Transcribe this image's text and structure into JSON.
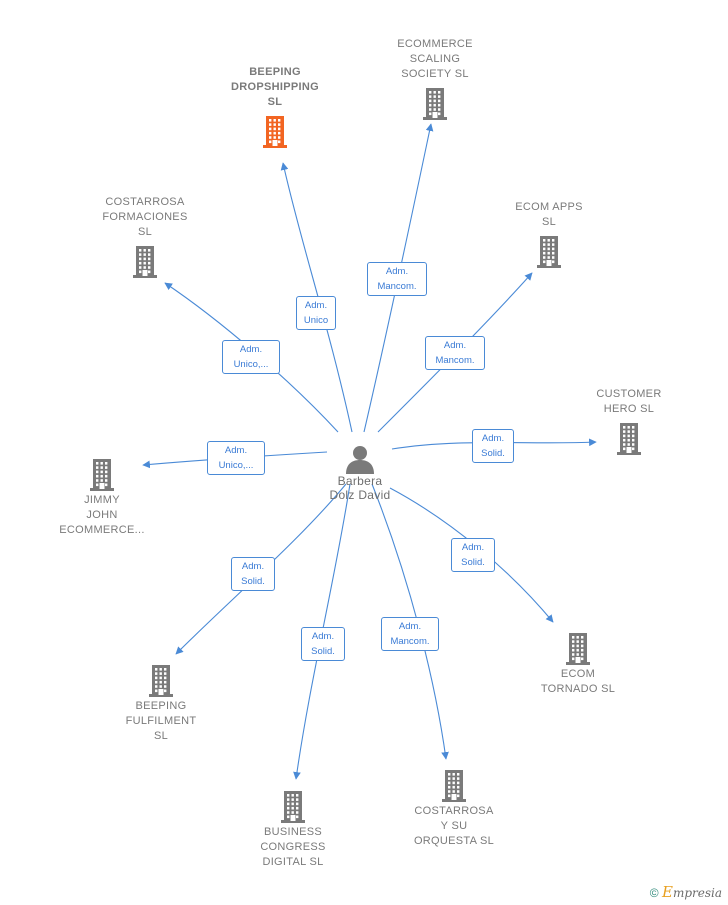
{
  "center": {
    "name_line1": "Barbera",
    "name_line2": "Dolz David"
  },
  "colors": {
    "edge": "#4a8ad6",
    "building": "#7a7a7a",
    "highlight": "#f26522"
  },
  "companies": [
    {
      "lines": [
        "BEEPING",
        "DROPSHIPPING",
        "SL"
      ],
      "highlight": true,
      "role_line1": "Adm.",
      "role_line2": "Unico"
    },
    {
      "lines": [
        "ECOMMERCE",
        "SCALING",
        "SOCIETY  SL"
      ],
      "highlight": false,
      "role_line1": "Adm.",
      "role_line2": "Mancom."
    },
    {
      "lines": [
        "COSTARROSA",
        "FORMACIONES",
        "SL"
      ],
      "highlight": false,
      "role_line1": "Adm.",
      "role_line2": "Unico,..."
    },
    {
      "lines": [
        "ECOM APPS",
        "SL"
      ],
      "highlight": false,
      "role_line1": "Adm.",
      "role_line2": "Mancom."
    },
    {
      "lines": [
        "CUSTOMER",
        "HERO  SL"
      ],
      "highlight": false,
      "role_line1": "Adm.",
      "role_line2": "Solid."
    },
    {
      "lines": [
        "JIMMY",
        "JOHN",
        "ECOMMERCE..."
      ],
      "highlight": false,
      "role_line1": "Adm.",
      "role_line2": "Unico,..."
    },
    {
      "lines": [
        "ECOM",
        "TORNADO  SL"
      ],
      "highlight": false,
      "role_line1": "Adm.",
      "role_line2": "Solid."
    },
    {
      "lines": [
        "BEEPING",
        "FULFILMENT",
        "SL"
      ],
      "highlight": false,
      "role_line1": "Adm.",
      "role_line2": "Solid."
    },
    {
      "lines": [
        "BUSINESS",
        "CONGRESS",
        "DIGITAL  SL"
      ],
      "highlight": false,
      "role_line1": "Adm.",
      "role_line2": "Solid."
    },
    {
      "lines": [
        "COSTARROSA",
        "Y SU",
        "ORQUESTA  SL"
      ],
      "highlight": false,
      "role_line1": "Adm.",
      "role_line2": "Mancom."
    }
  ],
  "footer": {
    "copyright_symbol": "©",
    "brand_initial": "E",
    "brand_rest": "mpresia"
  }
}
